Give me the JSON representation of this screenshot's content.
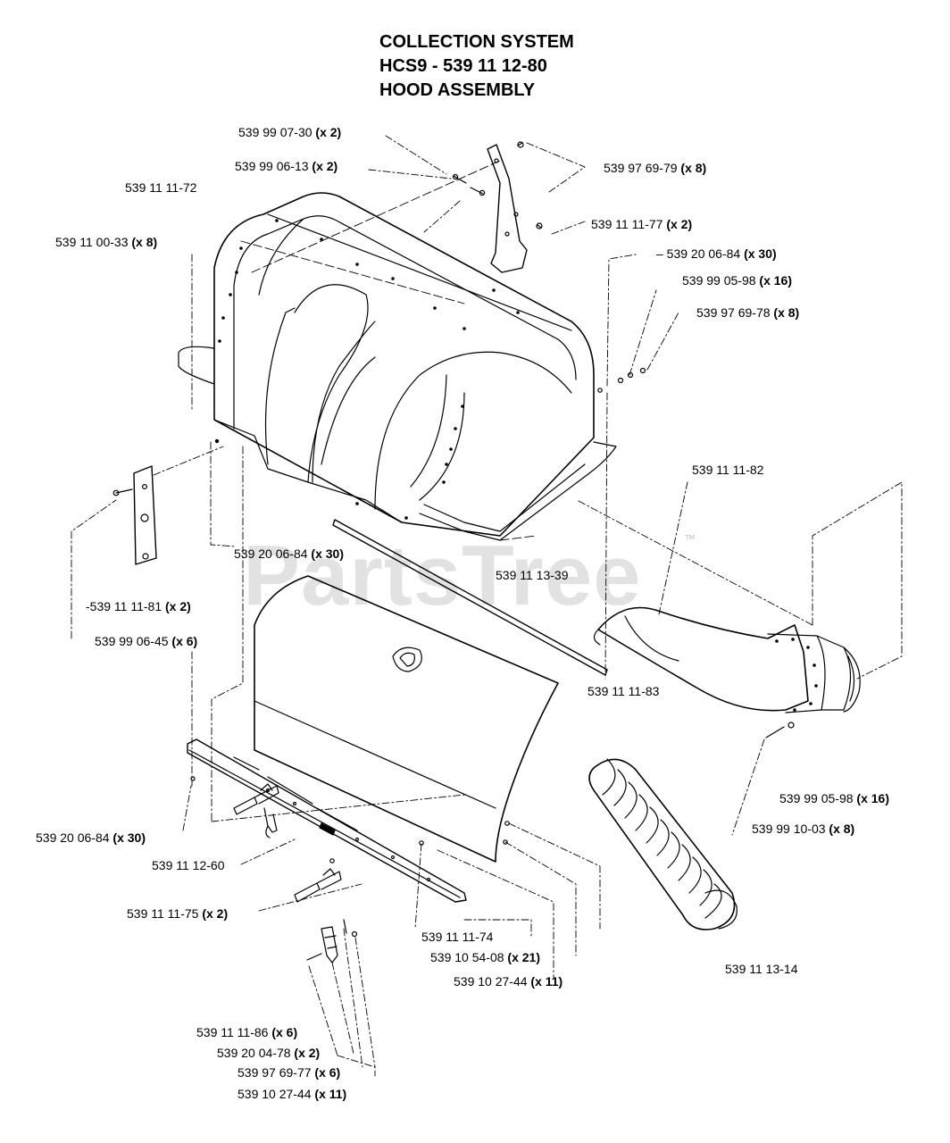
{
  "header": {
    "line1": "COLLECTION SYSTEM",
    "line2": "HCS9 - 539 11 12-80",
    "line3": "HOOD ASSEMBLY"
  },
  "watermark": {
    "text": "PartsTree",
    "tm": "™"
  },
  "callouts": [
    {
      "part": "539 99 07-30",
      "qty": "(x 2)"
    },
    {
      "part": "539 99 06-13",
      "qty": "(x 2)"
    },
    {
      "part": "539 11 11-72",
      "qty": ""
    },
    {
      "part": "539 97 69-79",
      "qty": "(x 8)"
    },
    {
      "part": "539 11 11-77",
      "qty": "(x 2)"
    },
    {
      "part": "539 11 00-33",
      "qty": "(x 8)"
    },
    {
      "part": "– 539 20 06-84",
      "qty": "(x 30)"
    },
    {
      "part": "539 99 05-98",
      "qty": "(x 16)"
    },
    {
      "part": "539 97 69-78",
      "qty": "(x 8)"
    },
    {
      "part": "539 11 11-82",
      "qty": ""
    },
    {
      "part": "539 20 06-84",
      "qty": "(x 30)"
    },
    {
      "part": "539 11 13-39",
      "qty": ""
    },
    {
      "part": "-539 11 11-81",
      "qty": "(x 2)"
    },
    {
      "part": "539 99 06-45",
      "qty": "(x 6)"
    },
    {
      "part": "539 11 11-83",
      "qty": ""
    },
    {
      "part": "539 99 05-98",
      "qty": "(x 16)"
    },
    {
      "part": "539 20 06-84",
      "qty": "(x 30)"
    },
    {
      "part": "539 99 10-03",
      "qty": "(x 8)"
    },
    {
      "part": "539 11 12-60",
      "qty": ""
    },
    {
      "part": "539 11 11-75",
      "qty": "(x 2)"
    },
    {
      "part": "539 11 11-74",
      "qty": ""
    },
    {
      "part": "539 10 54-08",
      "qty": "(x 21)"
    },
    {
      "part": "539 10 27-44",
      "qty": "(x 11)"
    },
    {
      "part": "539 11 13-14",
      "qty": ""
    },
    {
      "part": "539 11 11-86",
      "qty": "(x 6)"
    },
    {
      "part": "539 20 04-78",
      "qty": "(x 2)"
    },
    {
      "part": "539 97 69-77",
      "qty": "(x 6)"
    },
    {
      "part": "539 10 27-44",
      "qty": "(x 11)"
    }
  ]
}
